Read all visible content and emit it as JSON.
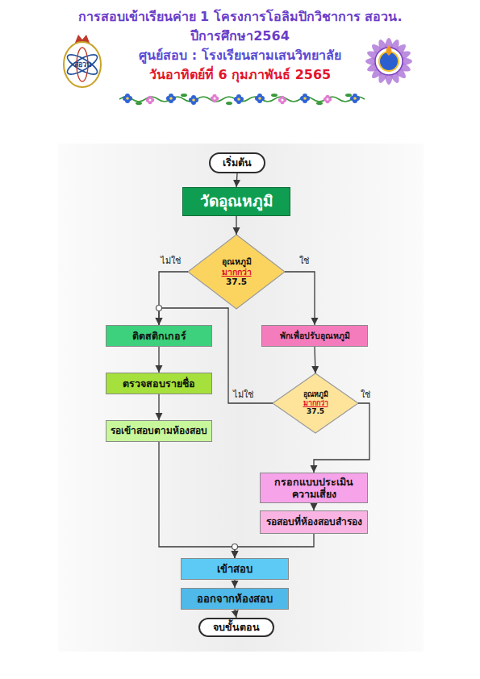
{
  "diagram": {
    "title": "การสอบเข้าเรียนค่าย 1 โครงการโอลิมปิกวิชาการ สอวน.",
    "nodes": [
      {
        "text": [
          "เริ่มต้น"
        ]
      },
      {
        "text": [
          "วัดอุณหภูมิ"
        ]
      },
      {
        "text": [
          "อุณหภูมิ",
          "มากกว่า",
          "37.5"
        ]
      },
      {
        "text": [
          "ติดสติกเกอร์"
        ]
      },
      {
        "text": [
          "ตรวจสอบรายชื่อ"
        ]
      },
      {
        "text": [
          "รอเข้าสอบตามห้องสอบ"
        ]
      },
      {
        "text": [
          "พักเพื่อปรับอุณหภูมิ"
        ]
      },
      {
        "text": [
          "อุณหภูมิ",
          "มากกว่า",
          "37.5"
        ]
      },
      {
        "text": [
          "กรอกแบบประเมิน ความเสี่ยง"
        ]
      },
      {
        "text": [
          "รอสอบที่ห้องสอบสำรอง"
        ]
      },
      {
        "text": [
          "เข้าสอบ"
        ]
      },
      {
        "text": [
          "ออกจากห้องสอบ"
        ]
      },
      {
        "text": [
          "จบขั้นตอน"
        ]
      }
    ],
    "edges": [
      {
        "from": 0,
        "to": 1,
        "arrow": "to"
      },
      {
        "from": 1,
        "to": 2,
        "arrow": "to"
      },
      {
        "from": 2,
        "to": 3,
        "label": "ไม่ใช่",
        "arrow": "to"
      },
      {
        "from": 2,
        "to": 6,
        "label": "ใช่",
        "arrow": "to"
      },
      {
        "from": 3,
        "to": 4,
        "arrow": "to"
      },
      {
        "from": 4,
        "to": 5,
        "arrow": "to"
      },
      {
        "from": 6,
        "to": 7,
        "arrow": "to"
      },
      {
        "from": 7,
        "to": 3,
        "label": "ไม่ใช่",
        "arrow": "to"
      },
      {
        "from": 7,
        "to": 8,
        "label": "ใช่",
        "arrow": "to"
      },
      {
        "from": 8,
        "to": 9,
        "arrow": "to"
      },
      {
        "from": 5,
        "to": 10,
        "arrow": "to"
      },
      {
        "from": 9,
        "to": 10,
        "arrow": "to"
      },
      {
        "from": 10,
        "to": 11,
        "arrow": "to"
      },
      {
        "from": 11,
        "to": 12,
        "arrow": "to"
      }
    ],
    "labels": [
      "ปีการศึกษา2564",
      "ศูนย์สอบ : โรงเรียนสามเสนวิทยาลัย",
      "วันอาทิตย์ที่ 6 กุมภาพันธ์ 2565",
      "สอวน"
    ]
  }
}
